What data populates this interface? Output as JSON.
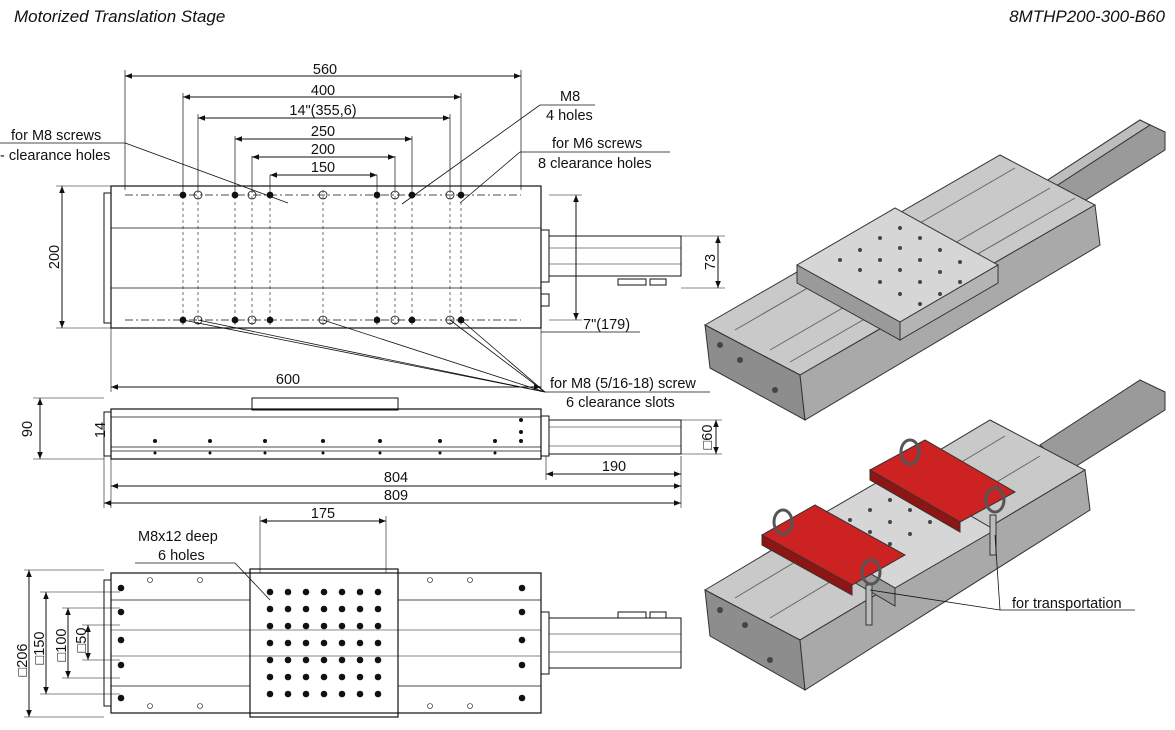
{
  "header": {
    "title": "Motorized Translation Stage",
    "model": "8MTHP200-300-B60"
  },
  "top_view": {
    "dims": {
      "d560": "560",
      "d400": "400",
      "d14in": "14\"(355,6)",
      "d250": "250",
      "d200": "200",
      "d150": "150",
      "height200": "200",
      "d73": "73",
      "d7in": "7\"(179)",
      "d600": "600"
    },
    "callouts": {
      "m8_screws_1": "for M8 screws",
      "m8_screws_2": "- clearance holes",
      "m8_1": "M8",
      "m8_2": "4 holes",
      "m6_1": "for M6 screws",
      "m6_2": "8 clearance holes",
      "slots_1": "for M8 (5/16-18) screw",
      "slots_2": "6 clearance slots"
    }
  },
  "side_view": {
    "dims": {
      "d90": "90",
      "d14": "14",
      "d60": "□60",
      "d190": "190",
      "d804": "804",
      "d809": "809"
    }
  },
  "bottom_view": {
    "dims": {
      "d175": "175",
      "d206": "□206",
      "d150": "□150",
      "d100": "□100",
      "d50": "□50"
    },
    "callouts": {
      "tapped_1": "M8x12 deep",
      "tapped_2": "6 holes"
    }
  },
  "iso_view": {
    "callout": "for transportation",
    "colors": {
      "body": "#c9c9c9",
      "body_dark": "#8d8d8d",
      "plate": "#d4d4d4",
      "handle": "#cc2222"
    }
  }
}
